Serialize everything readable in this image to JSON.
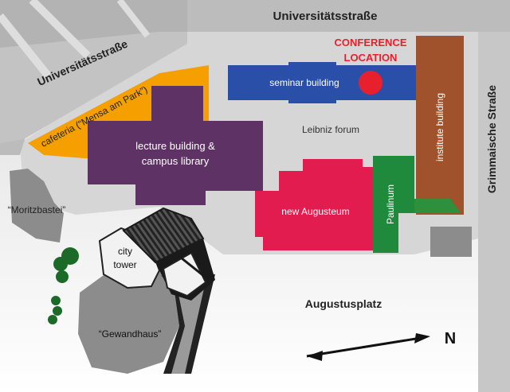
{
  "streets": {
    "top": "Universitätsstraße",
    "diagonal": "Universitätsstraße",
    "right": "Grimmaische Straße"
  },
  "conference": {
    "line1": "CONFERENCE",
    "line2": "LOCATION"
  },
  "buildings": {
    "seminar": "seminar building",
    "institute": "institute building",
    "cafeteria": "cafeteria (“Mensa am Park”)",
    "lecture_line1": "lecture building &",
    "lecture_line2": "campus library",
    "new_augusteum": "new Augusteum",
    "paulinum": "Paulinum",
    "city_tower_line1": "city",
    "city_tower_line2": "tower",
    "gewandhaus": "“Gewandhaus”",
    "moritzbastei": "“Moritzbastei”"
  },
  "places": {
    "leibniz_forum": "Leibniz forum",
    "augustusplatz": "Augustusplatz"
  },
  "north_label": "N",
  "colors": {
    "seminar": "#2a4fa8",
    "institute": "#a0522d",
    "cafeteria": "#f5a000",
    "lecture": "#5e3264",
    "augusteum": "#e31c4f",
    "paulinum": "#1f8a3c",
    "conference_marker": "#e8202e",
    "street": "#b9b9b9",
    "ground": "#dcdcdc",
    "other_building": "#8c8c8c",
    "trees": "#1c6a28"
  }
}
